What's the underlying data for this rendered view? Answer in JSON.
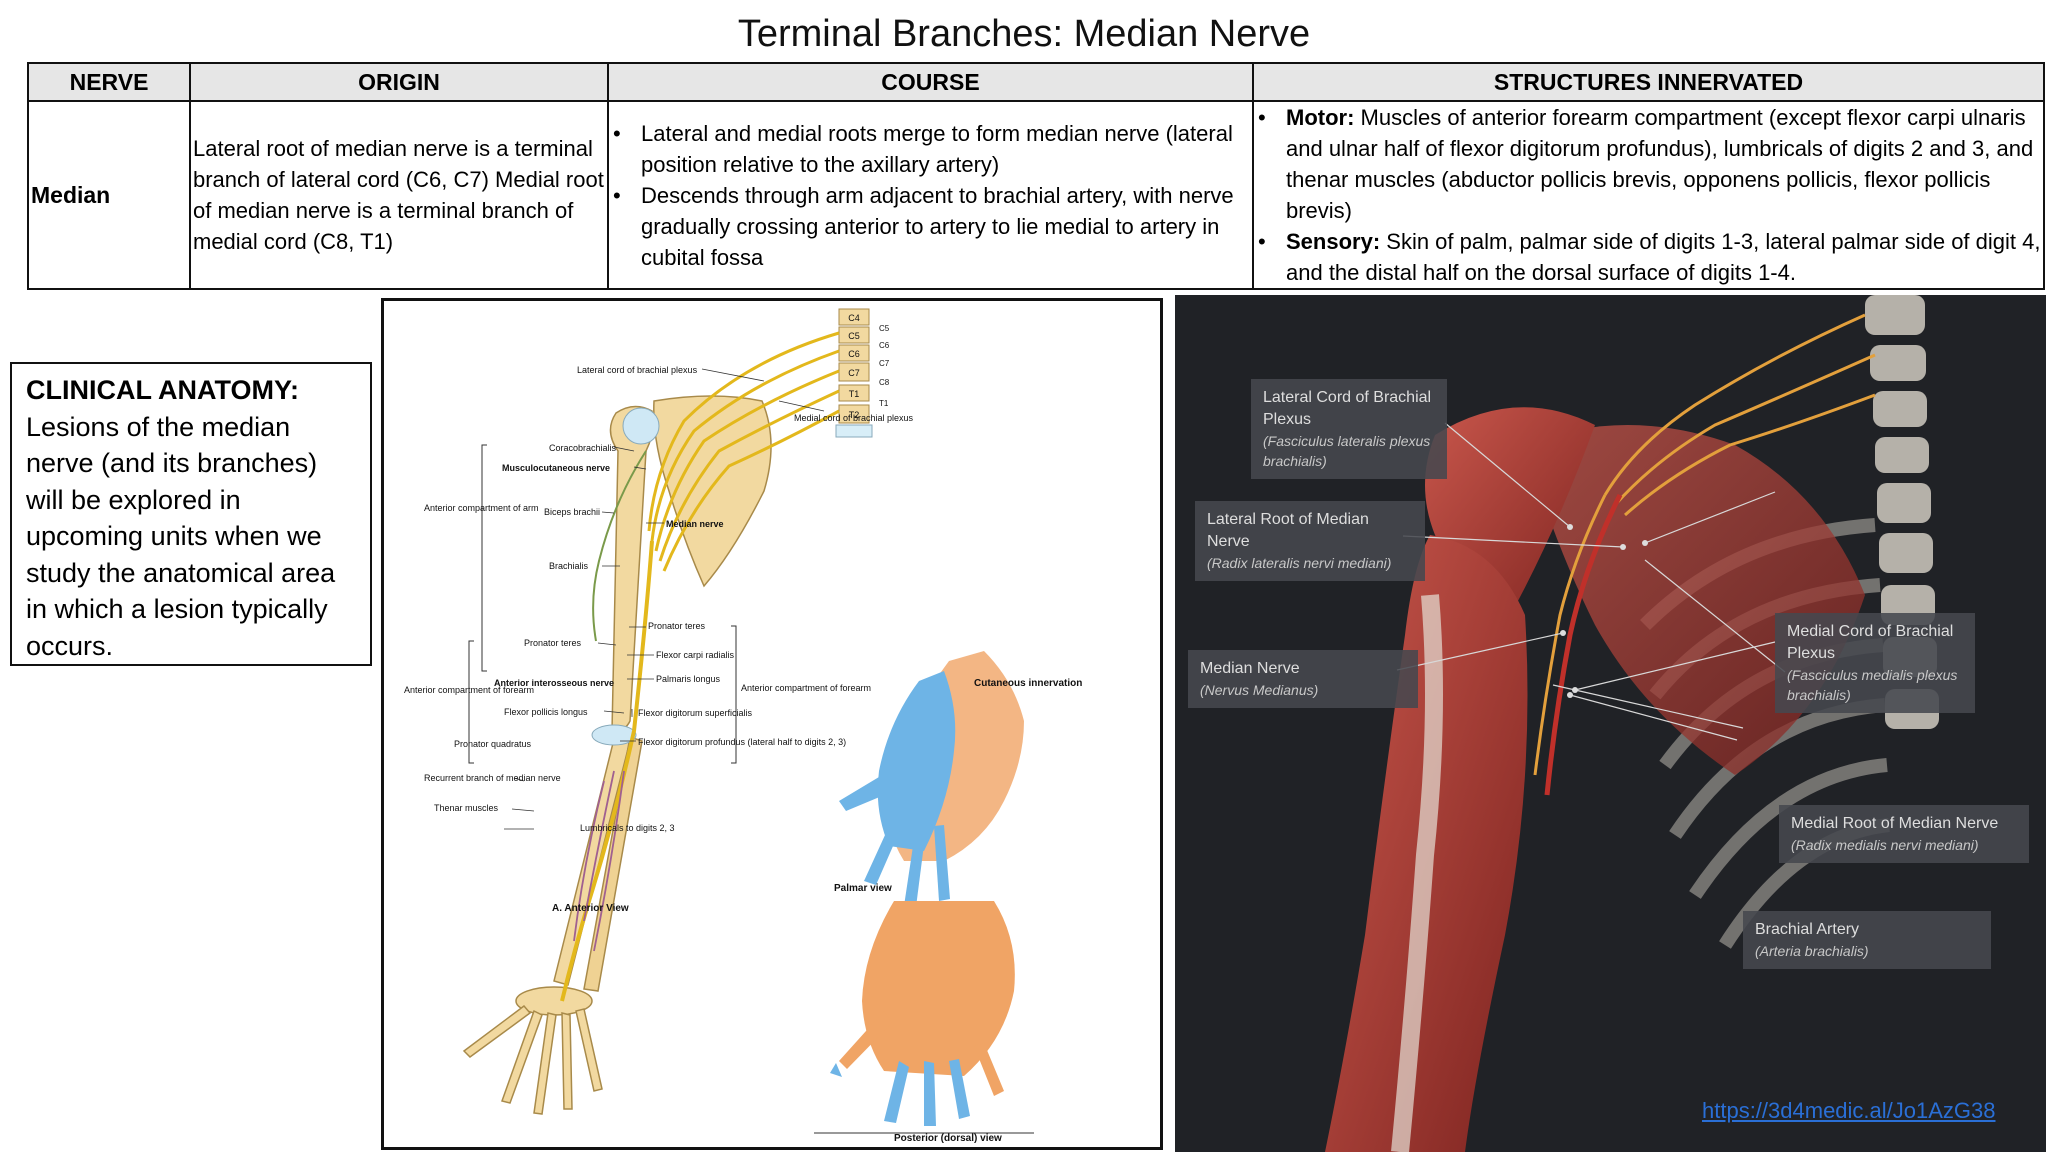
{
  "title": "Terminal Branches: Median Nerve",
  "table": {
    "headers": [
      "NERVE",
      "ORIGIN",
      "COURSE",
      "STRUCTURES INNERVATED"
    ],
    "row": {
      "nerve": "Median",
      "origin": "Lateral root of median nerve is a terminal branch of lateral cord (C6, C7) Medial root of median nerve is a terminal branch of medial cord (C8, T1)",
      "course": [
        "Lateral and medial roots merge to form median nerve (lateral position relative to the axillary artery)",
        "Descends through arm adjacent to brachial artery, with nerve gradually crossing anterior to artery to lie medial to artery in cubital fossa"
      ],
      "structures": [
        {
          "label": "Motor:",
          "text": " Muscles of anterior forearm compartment (except flexor carpi ulnaris and ulnar half of flexor digitorum profundus), lumbricals of digits 2 and 3, and thenar muscles (abductor pollicis brevis, opponens pollicis, flexor pollicis brevis)"
        },
        {
          "label": "Sensory:",
          "text": " Skin of palm, palmar side of digits 1-3, lateral palmar side of digit 4, and the distal half on the dorsal surface of digits 1-4."
        }
      ]
    }
  },
  "clinical": {
    "heading": "CLINICAL ANATOMY:",
    "text": "Lesions of the median nerve (and its branches) will be explored in upcoming units when we study the anatomical area in which a lesion typically occurs."
  },
  "left_figure": {
    "spine_levels": [
      "C4",
      "C5",
      "C6",
      "C7",
      "T1",
      "T2"
    ],
    "root_labels": [
      "C5",
      "C6",
      "C7",
      "C8",
      "T1"
    ],
    "labels": {
      "lateral_cord": "Lateral cord of brachial plexus",
      "medial_cord": "Medial cord of brachial plexus",
      "coracobrachialis": "Coracobrachialis",
      "musculocutaneous": "Musculocutaneous nerve",
      "anterior_arm": "Anterior compartment of arm",
      "biceps": "Biceps brachii",
      "median_nerve": "Median nerve",
      "brachialis": "Brachialis",
      "pronator_teres_r": "Pronator teres",
      "pronator_teres_l": "Pronator teres",
      "fcr": "Flexor carpi radialis",
      "palmaris": "Palmaris longus",
      "anterior_forearm_l": "Anterior compartment of forearm",
      "anterior_interosseous": "Anterior interosseous nerve",
      "fpl": "Flexor pollicis longus",
      "fds": "Flexor digitorum superficialis",
      "anterior_forearm_r": "Anterior compartment of forearm",
      "pronator_quadratus": "Pronator quadratus",
      "fdp": "Flexor digitorum profundus (lateral half to digits 2, 3)",
      "recurrent": "Recurrent branch of median nerve",
      "thenar": "Thenar muscles",
      "lumbricals": "Lumbricals to digits 2, 3",
      "anterior_view": "A. Anterior View",
      "cutaneous": "Cutaneous innervation",
      "palmar_view": "Palmar view",
      "posterior_view": "Posterior (dorsal) view"
    }
  },
  "right_figure": {
    "callouts": [
      {
        "name": "Lateral Cord of Brachial Plexus",
        "latin": "(Fasciculus lateralis plexus brachialis)"
      },
      {
        "name": "Lateral Root of Median Nerve",
        "latin": "(Radix lateralis nervi mediani)"
      },
      {
        "name": "Median Nerve",
        "latin": "(Nervus Medianus)"
      },
      {
        "name": "Medial Cord of Brachial Plexus",
        "latin": "(Fasciculus medialis plexus brachialis)"
      },
      {
        "name": "Medial Root of Median Nerve",
        "latin": "(Radix medialis nervi mediani)"
      },
      {
        "name": "Brachial Artery",
        "latin": "(Arteria brachialis)"
      }
    ],
    "link": "https://3d4medic.al/Jo1AzG38"
  },
  "colors": {
    "header_bg": "#e6e6e6",
    "nerve_yellow": "#e3b81c",
    "bone": "#f2d9a0",
    "palmar_blue": "#6eb4e6",
    "dorsal_orange": "#f0a465",
    "muscle_red": "#b23a34",
    "link_blue": "#2a6fd6"
  }
}
